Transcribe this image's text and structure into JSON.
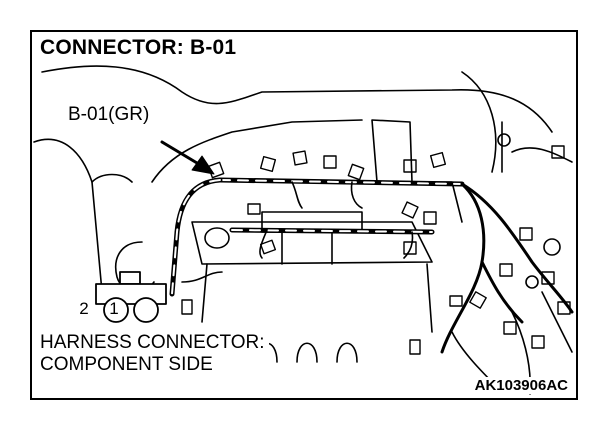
{
  "diagram": {
    "title": "CONNECTOR: B-01",
    "callout_label": "B-01(GR)",
    "side_label_lines": [
      "HARNESS CONNECTOR:",
      "COMPONENT SIDE"
    ],
    "figure_code": "AK103906AC",
    "pins": [
      "2",
      "1"
    ]
  }
}
